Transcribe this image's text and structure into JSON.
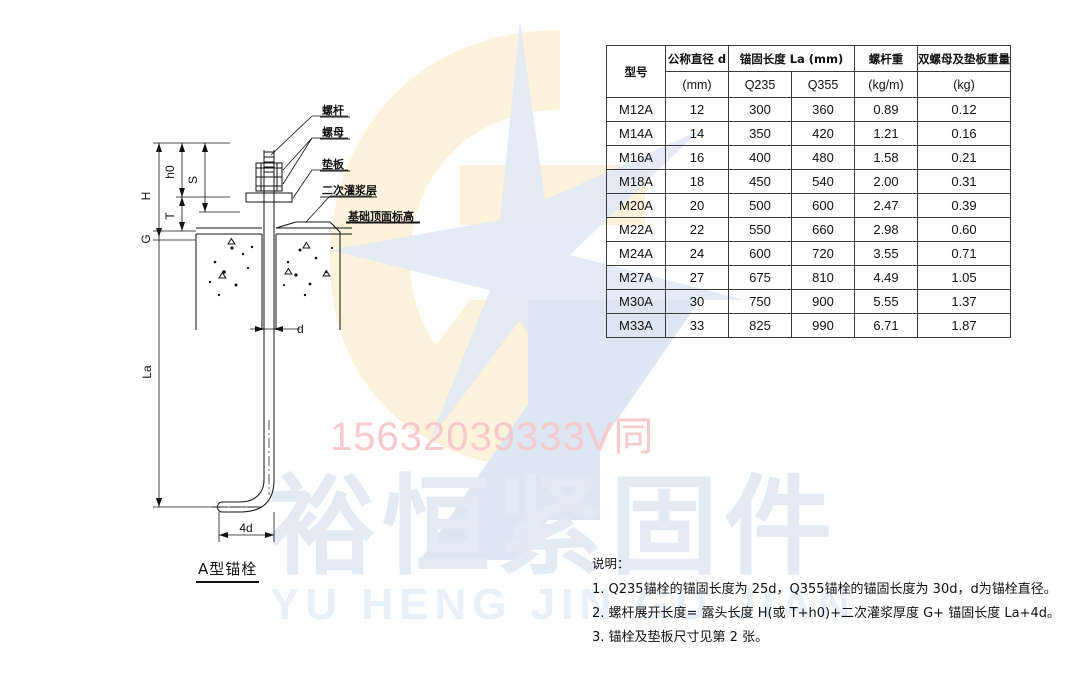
{
  "watermark": {
    "phone": "15632039333V同",
    "company_cn": "裕恒紧固件",
    "company_en": "YU HENG JIN GU JIAN"
  },
  "drawing": {
    "caption": "A型锚栓",
    "dimensions": {
      "H": "H",
      "h0": "h0",
      "S": "S",
      "T": "T",
      "G": "G",
      "La": "La",
      "d": "d",
      "hook": "4d"
    },
    "annotations": {
      "rod": "螺杆",
      "nut": "螺母",
      "washer_plate": "垫板",
      "grout_layer": "二次灌浆层",
      "foundation_level": "基础顶面标高"
    }
  },
  "table": {
    "headers": {
      "model": "型号",
      "nominal_diameter": "公称直径 d",
      "nominal_diameter_unit": "(mm)",
      "anchor_length": "锚固长度 La (mm)",
      "q235": "Q235",
      "q355": "Q355",
      "rod_weight": "螺杆重",
      "rod_weight_unit": "(kg/m)",
      "nut_washer_weight": "双螺母及垫板重量",
      "nut_washer_weight_unit": "(kg)"
    },
    "rows": [
      {
        "model": "M12A",
        "d": "12",
        "q235": "300",
        "q355": "360",
        "rod_weight": "0.89",
        "nut_weight": "0.12"
      },
      {
        "model": "M14A",
        "d": "14",
        "q235": "350",
        "q355": "420",
        "rod_weight": "1.21",
        "nut_weight": "0.16"
      },
      {
        "model": "M16A",
        "d": "16",
        "q235": "400",
        "q355": "480",
        "rod_weight": "1.58",
        "nut_weight": "0.21"
      },
      {
        "model": "M18A",
        "d": "18",
        "q235": "450",
        "q355": "540",
        "rod_weight": "2.00",
        "nut_weight": "0.31"
      },
      {
        "model": "M20A",
        "d": "20",
        "q235": "500",
        "q355": "600",
        "rod_weight": "2.47",
        "nut_weight": "0.39"
      },
      {
        "model": "M22A",
        "d": "22",
        "q235": "550",
        "q355": "660",
        "rod_weight": "2.98",
        "nut_weight": "0.60"
      },
      {
        "model": "M24A",
        "d": "24",
        "q235": "600",
        "q355": "720",
        "rod_weight": "3.55",
        "nut_weight": "0.71"
      },
      {
        "model": "M27A",
        "d": "27",
        "q235": "675",
        "q355": "810",
        "rod_weight": "4.49",
        "nut_weight": "1.05"
      },
      {
        "model": "M30A",
        "d": "30",
        "q235": "750",
        "q355": "900",
        "rod_weight": "5.55",
        "nut_weight": "1.37"
      },
      {
        "model": "M33A",
        "d": "33",
        "q235": "825",
        "q355": "990",
        "rod_weight": "6.71",
        "nut_weight": "1.87"
      }
    ]
  },
  "notes": {
    "title": "说明：",
    "items": [
      "1. Q235锚栓的锚固长度为 25d，Q355锚栓的锚固长度为 30d，d为锚栓直径。",
      "2. 螺杆展开长度= 露头长度 H(或 T+h0)+二次灌浆厚度 G+ 锚固长度 La+4d。",
      "3. 锚栓及垫板尺寸见第 2 张。"
    ]
  },
  "colors": {
    "watermark_pink": "#f6c9cd",
    "watermark_blue": "#e3eaf4",
    "watermark_yellow": "#fdf3dc",
    "line": "#111111"
  }
}
